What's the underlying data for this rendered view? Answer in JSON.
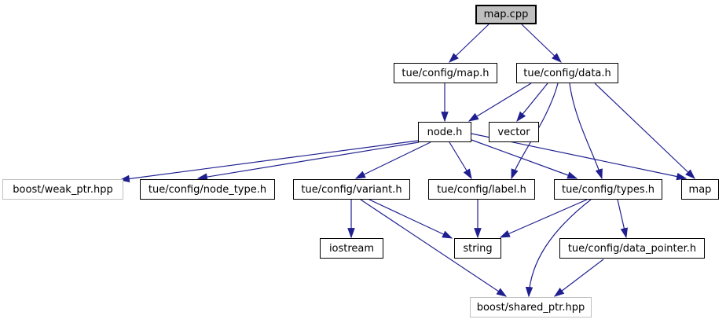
{
  "diagram": {
    "title": "map.cpp include dependency graph",
    "type": "include-dependency-graph",
    "root": "map.cpp",
    "colors": {
      "edge": "#1f1f8f",
      "node_border": "#000000",
      "external_border": "#c0c0c0",
      "current_fill": "#bfbfbf",
      "background": "#ffffff"
    },
    "nodes": [
      {
        "id": "map_cpp",
        "label": "map.cpp",
        "kind": "current"
      },
      {
        "id": "tue_config_map_h",
        "label": "tue/config/map.h",
        "kind": "internal"
      },
      {
        "id": "tue_config_data_h",
        "label": "tue/config/data.h",
        "kind": "internal"
      },
      {
        "id": "node_h",
        "label": "node.h",
        "kind": "internal"
      },
      {
        "id": "vector",
        "label": "vector",
        "kind": "system"
      },
      {
        "id": "boost_weak_ptr_hpp",
        "label": "boost/weak_ptr.hpp",
        "kind": "external"
      },
      {
        "id": "tue_config_node_type_h",
        "label": "tue/config/node_type.h",
        "kind": "internal"
      },
      {
        "id": "tue_config_variant_h",
        "label": "tue/config/variant.h",
        "kind": "internal"
      },
      {
        "id": "tue_config_label_h",
        "label": "tue/config/label.h",
        "kind": "internal"
      },
      {
        "id": "tue_config_types_h",
        "label": "tue/config/types.h",
        "kind": "internal"
      },
      {
        "id": "map",
        "label": "map",
        "kind": "system"
      },
      {
        "id": "iostream",
        "label": "iostream",
        "kind": "system"
      },
      {
        "id": "string",
        "label": "string",
        "kind": "system"
      },
      {
        "id": "tue_config_data_pointer_h",
        "label": "tue/config/data_pointer.h",
        "kind": "internal"
      },
      {
        "id": "boost_shared_ptr_hpp",
        "label": "boost/shared_ptr.hpp",
        "kind": "external"
      }
    ],
    "edges": [
      {
        "from": "map_cpp",
        "to": "tue_config_map_h"
      },
      {
        "from": "map_cpp",
        "to": "tue_config_data_h"
      },
      {
        "from": "tue_config_map_h",
        "to": "node_h"
      },
      {
        "from": "tue_config_data_h",
        "to": "node_h"
      },
      {
        "from": "tue_config_data_h",
        "to": "vector"
      },
      {
        "from": "tue_config_data_h",
        "to": "tue_config_label_h"
      },
      {
        "from": "tue_config_data_h",
        "to": "tue_config_types_h"
      },
      {
        "from": "tue_config_data_h",
        "to": "map"
      },
      {
        "from": "node_h",
        "to": "boost_weak_ptr_hpp"
      },
      {
        "from": "node_h",
        "to": "tue_config_node_type_h"
      },
      {
        "from": "node_h",
        "to": "tue_config_variant_h"
      },
      {
        "from": "node_h",
        "to": "tue_config_label_h"
      },
      {
        "from": "node_h",
        "to": "tue_config_types_h"
      },
      {
        "from": "node_h",
        "to": "map"
      },
      {
        "from": "tue_config_variant_h",
        "to": "iostream"
      },
      {
        "from": "tue_config_variant_h",
        "to": "string"
      },
      {
        "from": "tue_config_variant_h",
        "to": "boost_shared_ptr_hpp"
      },
      {
        "from": "tue_config_label_h",
        "to": "string"
      },
      {
        "from": "tue_config_types_h",
        "to": "string"
      },
      {
        "from": "tue_config_types_h",
        "to": "tue_config_data_pointer_h"
      },
      {
        "from": "tue_config_types_h",
        "to": "boost_shared_ptr_hpp"
      },
      {
        "from": "tue_config_data_pointer_h",
        "to": "boost_shared_ptr_hpp"
      }
    ]
  }
}
